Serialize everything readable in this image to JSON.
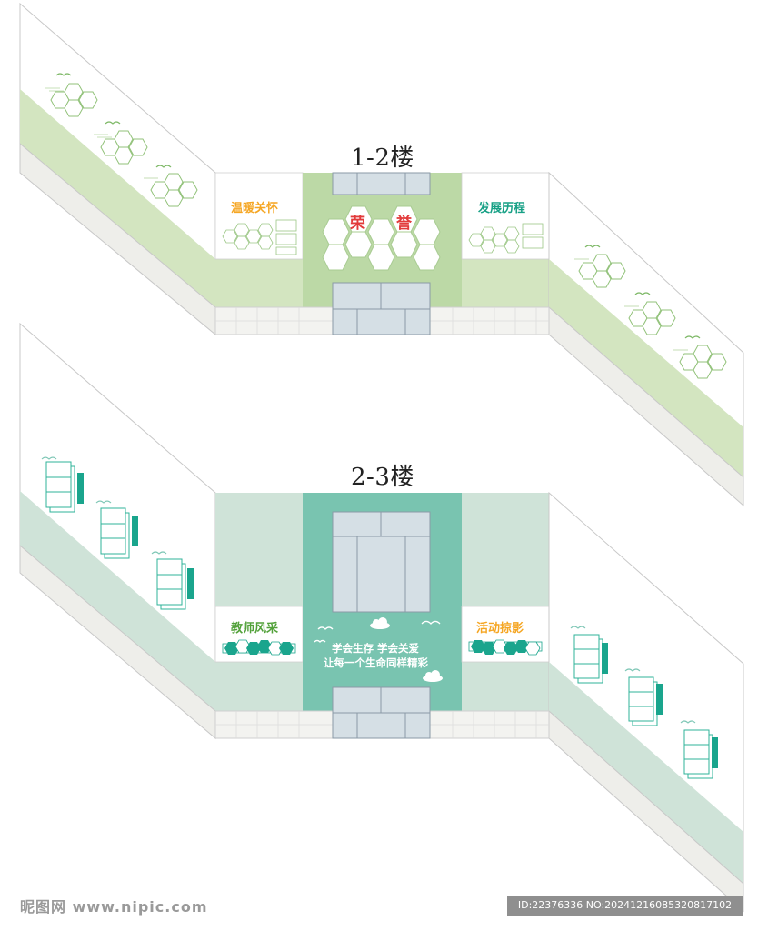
{
  "floors": [
    {
      "title": "1-2楼",
      "left_panel_label": "温暖关怀",
      "right_panel_label": "发展历程",
      "center_chars": [
        "荣",
        "誉"
      ]
    },
    {
      "title": "2-3楼",
      "left_panel_label": "教师风采",
      "right_panel_label": "活动掠影",
      "slogan_line1": "学会生存  学会关爱",
      "slogan_line2": "让每一个生命同样精彩"
    }
  ],
  "colors": {
    "floor1_green": "#d3e5c0",
    "floor1_center": "#bcd9a6",
    "floor2_green": "#cfe3d8",
    "floor2_center": "#79c4b0",
    "accent_teal": "#1aa58d",
    "label_orange": "#f5a623",
    "label_teal": "#16a085",
    "label_green": "#52a13a",
    "honor_red": "#e23b3b",
    "window": "#d5dfe5"
  },
  "icons": [
    "bird-icon",
    "hexagon-cluster-icon",
    "photo-frame-icon",
    "cloud-icon",
    "window-icon"
  ],
  "watermark": {
    "site": "昵图网 www.nipic.com",
    "id_text": "ID:22376336 NO:20241216085320817102"
  }
}
